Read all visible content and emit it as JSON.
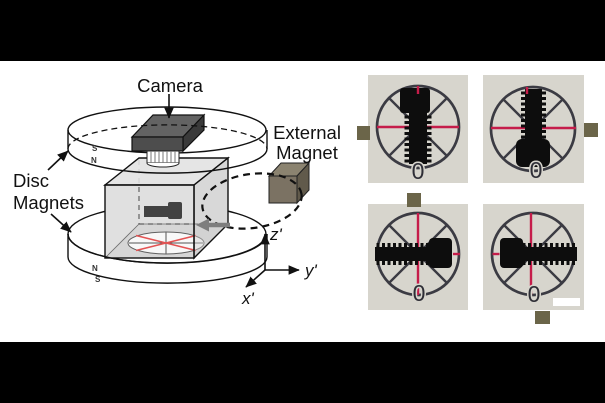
{
  "figure": {
    "background": "#000000",
    "panel_background": "#ffffff",
    "description_labels_present": true
  },
  "diagram": {
    "camera_label": "Camera",
    "external_magnet_label": [
      "External",
      "Magnet"
    ],
    "disc_magnets_label": [
      "Disc",
      "Magnets"
    ],
    "top_disc_poles": {
      "upper": "S",
      "lower": "N"
    },
    "bottom_disc_poles": {
      "upper": "N",
      "lower": "S"
    },
    "axes": {
      "x": "x'",
      "y": "y'",
      "z": "z'"
    },
    "colors": {
      "crosshair_red": "#e02121",
      "magnet_front": "#7b7263",
      "magnet_top": "#8b8370",
      "magnet_side": "#615a4b",
      "arrow_gray": "#7e7e7e",
      "chamber_gray": "#dcdcdc"
    }
  },
  "photo_grid": {
    "marker_color": "#6b6549",
    "wheel_color": "#3b3b43",
    "crosshair_color": "#c51c4a",
    "photo_background": "#d7d5cd",
    "photos": [
      {
        "position": "top-left",
        "screw_orientation": "vertical-head-up",
        "magnet_marker_side": "left",
        "zero_label": "0"
      },
      {
        "position": "top-right",
        "screw_orientation": "vertical-head-down",
        "magnet_marker_side": "right",
        "zero_label": "0"
      },
      {
        "position": "bottom-left",
        "screw_orientation": "horizontal-head-right",
        "magnet_marker_side": "top",
        "zero_label": "0"
      },
      {
        "position": "bottom-right",
        "screw_orientation": "horizontal-head-left",
        "magnet_marker_side": "bottom",
        "zero_label": "0",
        "scale_bar": true
      }
    ]
  }
}
